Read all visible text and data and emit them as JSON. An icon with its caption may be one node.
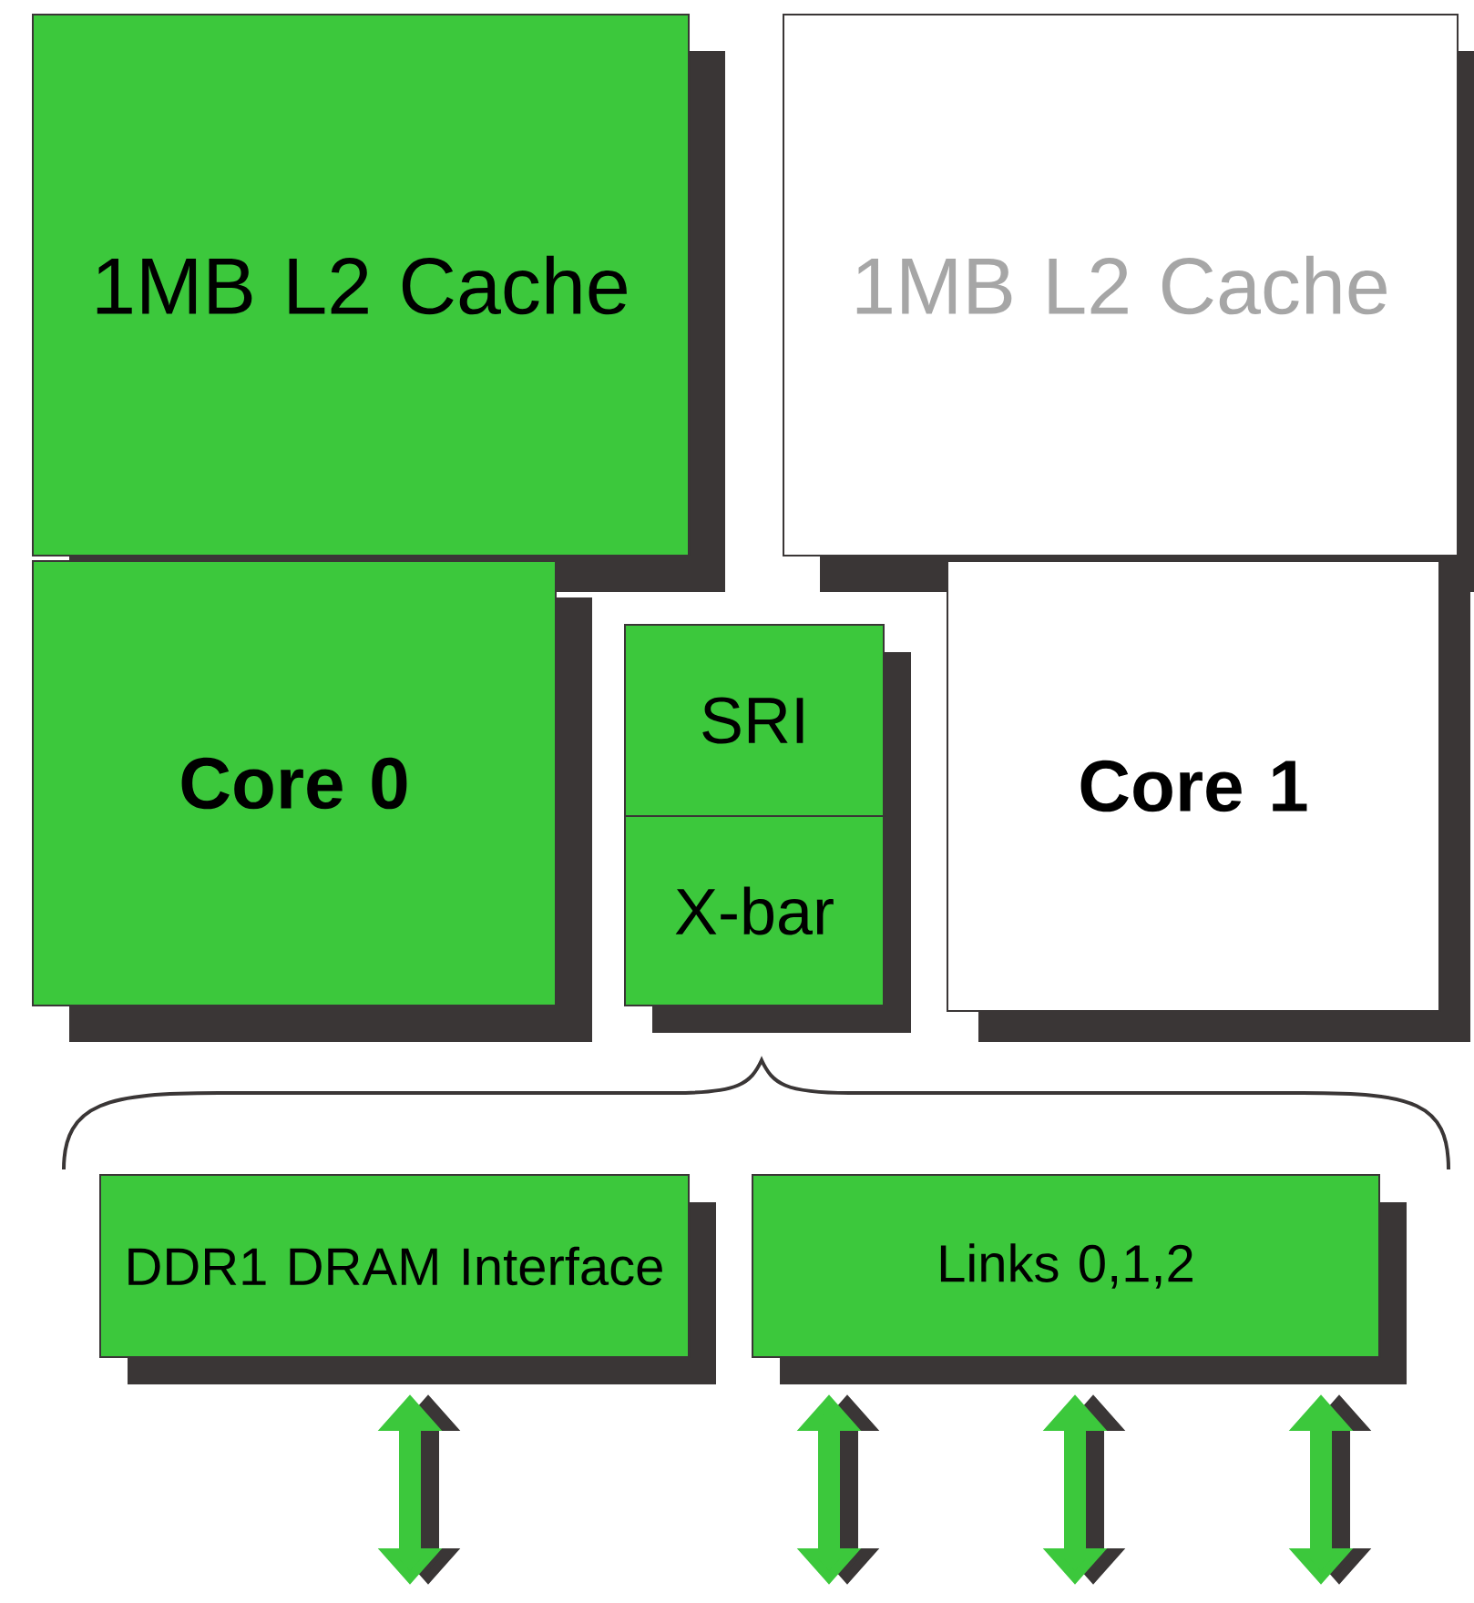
{
  "diagram": {
    "nodes": [
      {
        "text": [
          "1MB L2 Cache"
        ]
      },
      {
        "text": [
          "1MB L2 Cache"
        ]
      },
      {
        "text": [
          "Core 0"
        ]
      },
      {
        "text": [
          "SRI"
        ]
      },
      {
        "text": [
          "X-bar"
        ]
      },
      {
        "text": [
          "Core 1"
        ]
      },
      {
        "text": [
          "DDR1 DRAM Interface"
        ]
      },
      {
        "text": [
          "Links 0,1,2"
        ]
      }
    ],
    "edges": [
      {
        "from": null,
        "to": 6,
        "arrow": "both"
      },
      {
        "from": null,
        "to": 7,
        "arrow": "both"
      },
      {
        "from": null,
        "to": 7,
        "arrow": "both"
      },
      {
        "from": null,
        "to": 7,
        "arrow": "both"
      }
    ]
  }
}
